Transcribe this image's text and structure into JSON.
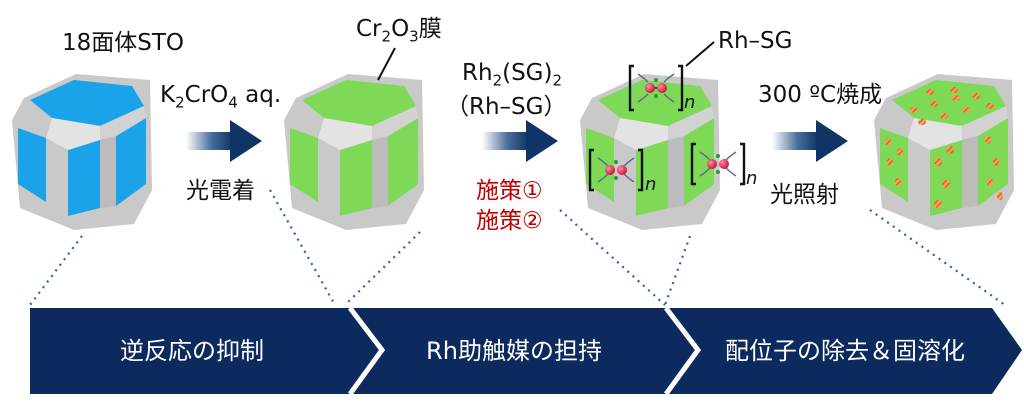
{
  "labels": {
    "sto": "18面体STO",
    "k2cro4": {
      "a": "K",
      "a_sub": "2",
      "b": "CrO",
      "b_sub": "4",
      "c": " aq."
    },
    "photodeposition": "光電着",
    "cr2o3": {
      "a": "Cr",
      "a_sub": "2",
      "b": "O",
      "b_sub": "3",
      "c": "膜"
    },
    "rh2sg2": {
      "a": "Rh",
      "a_sub": "2",
      "b": "(SG)",
      "b_sub": "2"
    },
    "rhsg_paren": "（Rh–SG）",
    "measure1": "施策①",
    "measure2": "施策②",
    "rhsg": "Rh–SG",
    "n": "n",
    "calcination": "300 ºC焼成",
    "irradiation": "光照射"
  },
  "chevrons": [
    {
      "label": "逆反応の抑制"
    },
    {
      "label": "Rh助触媒の担持"
    },
    {
      "label": "配位子の除去＆固溶化"
    }
  ],
  "colors": {
    "navy": "#0c2a5e",
    "sto_blue": "#1aa3e8",
    "green": "#7ed957",
    "gray": "#c8c8c8",
    "particle": "#f0842c",
    "red": "#c00000"
  }
}
